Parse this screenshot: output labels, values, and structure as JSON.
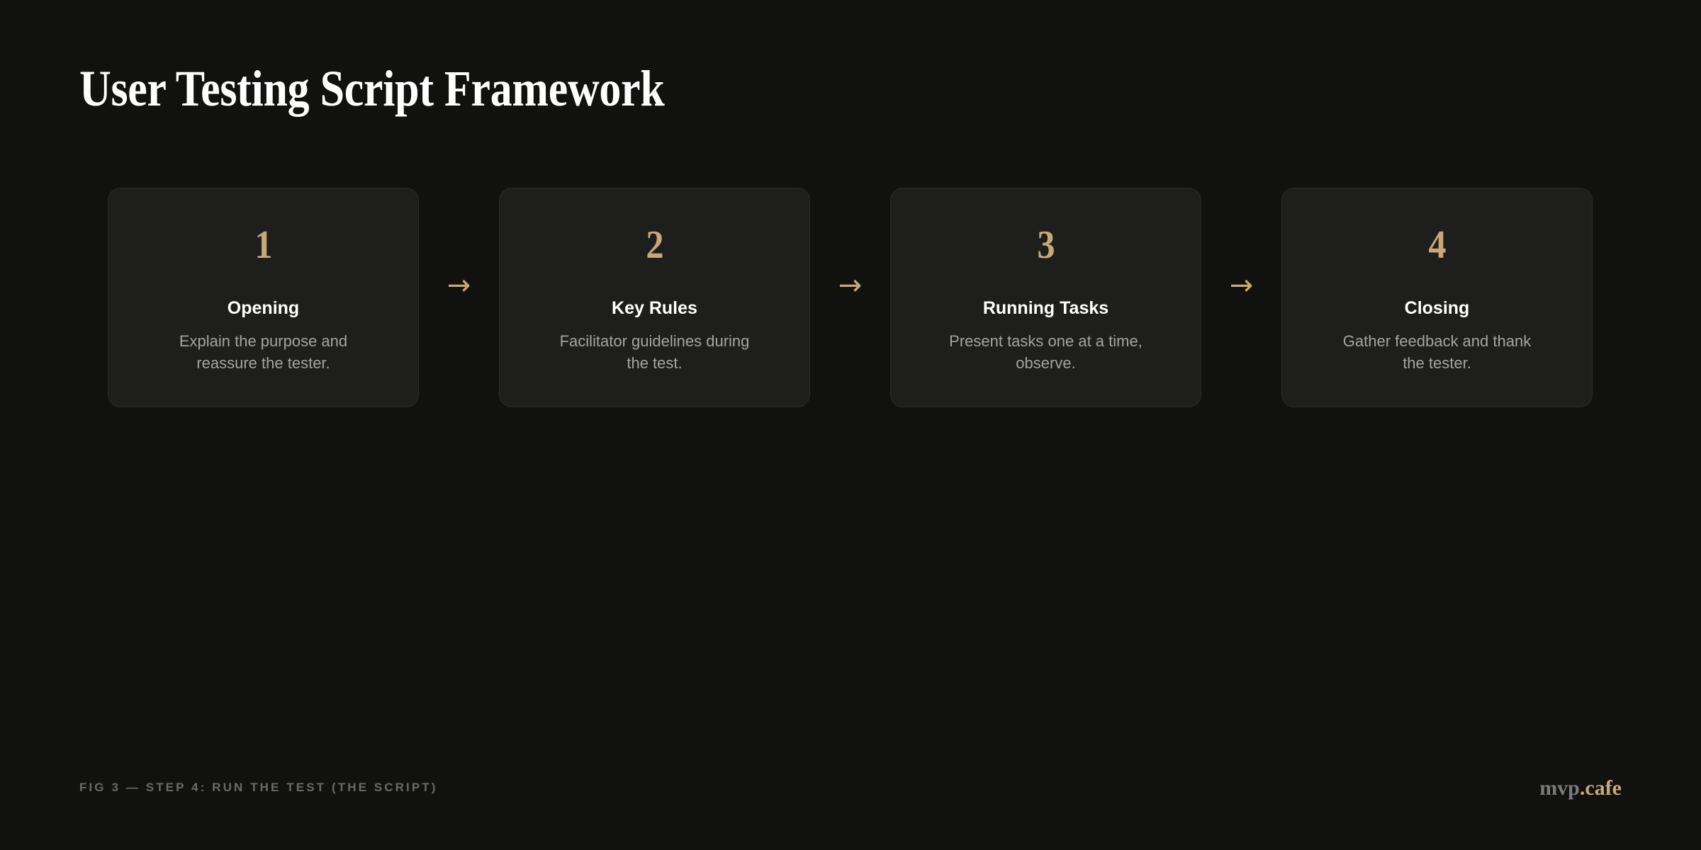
{
  "page": {
    "title": "User Testing Script Framework",
    "background_color": "#111110",
    "accent_color": "#c9a877",
    "card_background_color": "#1e1e1d",
    "card_border_color": "#2b2b29",
    "title_color": "#ffffff",
    "description_color": "#a3a3a1",
    "footer_color": "#6a6a68"
  },
  "flow": {
    "arrow_glyph": "→",
    "steps": [
      {
        "number": "1",
        "title": "Opening",
        "description": "Explain the purpose and reassure the tester."
      },
      {
        "number": "2",
        "title": "Key Rules",
        "description": "Facilitator guidelines during the test."
      },
      {
        "number": "3",
        "title": "Running Tasks",
        "description": "Present tasks one at a time, observe."
      },
      {
        "number": "4",
        "title": "Closing",
        "description": "Gather feedback and thank the tester."
      }
    ]
  },
  "footer": {
    "caption": "FIG 3 — STEP 4: RUN THE TEST (THE SCRIPT)",
    "logo_primary": "mvp",
    "logo_accent": ".cafe"
  }
}
